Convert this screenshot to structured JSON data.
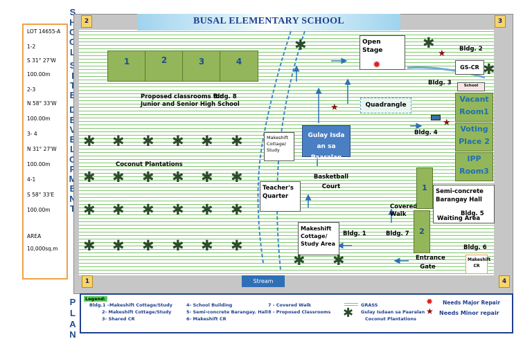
{
  "title": "BUSAL ELEMENTARY SCHOOL",
  "lot_info": [
    "LOT 14655-A",
    "1-2",
    "S 31° 27'W",
    "100.00m",
    "2-3",
    "N 58° 33'W",
    "100.00m",
    "3- 4",
    "N 31° 27'W",
    "100.00m",
    "4-1",
    "S 58° 33'E",
    "100.00m",
    "AREA",
    "10,000sq.m"
  ],
  "vertical_left": [
    "S",
    "H",
    "O",
    "O",
    "L",
    "S",
    "I",
    "T",
    "E",
    "D",
    "E",
    "V",
    "E",
    "L",
    "O",
    "P",
    "M",
    "E",
    "N",
    "T"
  ],
  "vertical_plan": [
    "P",
    "L",
    "A",
    "N"
  ],
  "corners": {
    "c1": "1",
    "c2": "2",
    "c3": "3",
    "c4": "4"
  },
  "classrooms": [
    "1",
    "2",
    "3",
    "4"
  ],
  "labels": {
    "proposed": "Proposed classrooms for Junior and Senior High School",
    "bldg8": "Bldg. 8",
    "coconut": "Coconut Plantations",
    "makeshift_top": "Makeshift Cottage/ Study",
    "gulay": "Gulay Isda an sa Paaralan",
    "basketball": "Basketball Court",
    "teacher": "Teacher's Quarter",
    "makeshift_bottom": "Makeshift Cottage/ Study Area",
    "bldg1": "Bldg. 1",
    "bldg7": "Bldg. 7",
    "covered_walk": "Covered Walk",
    "open_stage": "Open Stage",
    "bldg2": "Bldg. 2",
    "gscr": "GS-CR",
    "bldg3": "Bldg. 3",
    "school": "School",
    "quadrangle": "Quadrangle",
    "bldg4": "Bldg. 4",
    "vacant": "Vacant Room1",
    "voting": "Voting Place 2",
    "ipp": "IPP Room3",
    "semi": "Semi-concrete Barangay Hall",
    "bldg5": "Bldg. 5",
    "waiting": "Waiting Area",
    "bldg6": "Bldg. 6",
    "entrance": "Entrance Gate",
    "makeshift_cr": "Makeshift CR",
    "stream": "Stream",
    "covered_1": "1",
    "covered_2": "2"
  },
  "legend": {
    "heading": "Legend:",
    "col1": [
      "Bldg.1 –Makeshift Cottage/Study",
      "2- Makeshift Cottage/Study",
      "3- Shared CR"
    ],
    "col2": [
      "4- School Building",
      "5- Semi-concrete Barangay. Hall",
      "6- Makeshift CR"
    ],
    "col3": [
      "7 - Covered Walk",
      "8 - Proposed Classrooms"
    ],
    "grass": "GRASS",
    "gulay_palm": "Gulay Isdaan sa Paaralan",
    "coconut": "Coconut Plantations",
    "major": "Needs Major Repair",
    "minor": "Needs Minor repair"
  },
  "colors": {
    "accent": "#1f4e8a",
    "grass": "#7ec96b",
    "building": "#93b65a",
    "pond": "#4a7fc4"
  }
}
